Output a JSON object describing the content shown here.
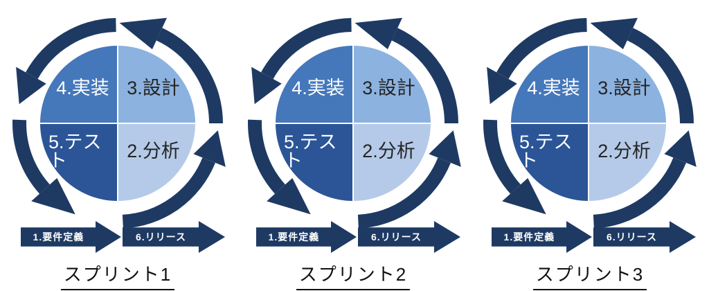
{
  "theme": {
    "navy": "#1e3a63",
    "impl": "#4577bb",
    "design": "#8cb2e0",
    "test": "#2b5597",
    "analysis": "#b5cae8",
    "text-dark": "#242424",
    "text-light": "#ffffff",
    "title-color": "#111111"
  },
  "sprints": [
    {
      "title": "スプリント1",
      "phases": {
        "analysis": "2.分析",
        "design": "3.設計",
        "implementation": "4.実装",
        "test": "5.テスト"
      },
      "input_arrow": "1.要件定義",
      "output_arrow": "6.リリース"
    },
    {
      "title": "スプリント2",
      "phases": {
        "analysis": "2.分析",
        "design": "3.設計",
        "implementation": "4.実装",
        "test": "5.テスト"
      },
      "input_arrow": "1.要件定義",
      "output_arrow": "6.リリース"
    },
    {
      "title": "スプリント3",
      "phases": {
        "analysis": "2.分析",
        "design": "3.設計",
        "implementation": "4.実装",
        "test": "5.テスト"
      },
      "input_arrow": "1.要件定義",
      "output_arrow": "6.リリース"
    }
  ]
}
